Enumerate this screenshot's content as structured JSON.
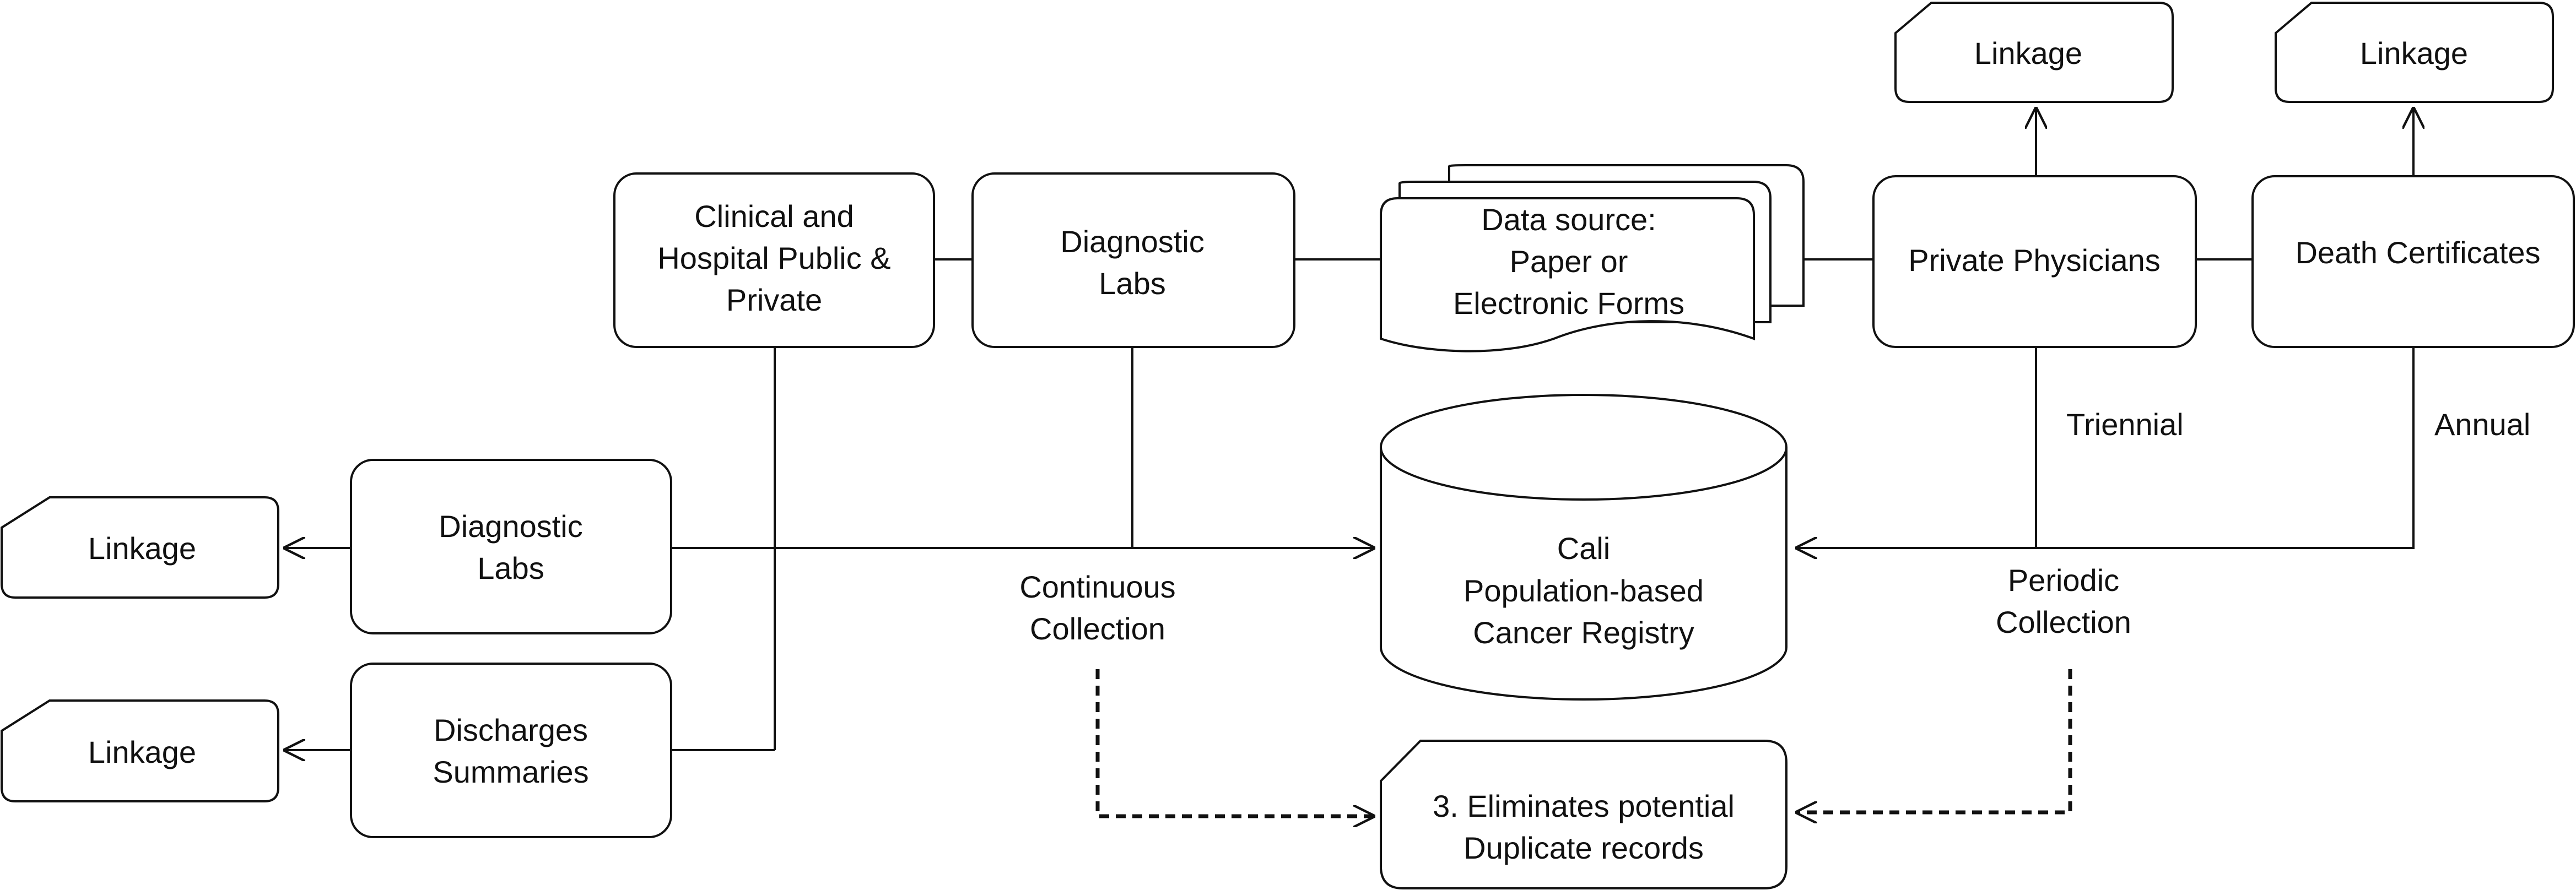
{
  "nodes": {
    "clinical_hospital": {
      "lines": [
        "Clinical and",
        "Hospital Public &",
        "Private"
      ]
    },
    "diagnostic_labs_top": {
      "lines": [
        "Diagnostic",
        "Labs"
      ]
    },
    "data_source": {
      "lines": [
        "Data source:",
        "Paper or",
        "Electronic Forms"
      ]
    },
    "private_physicians": {
      "lines": [
        "Private Physicians"
      ]
    },
    "death_certificates": {
      "lines": [
        "Death Certificates"
      ]
    },
    "linkage_physicians": {
      "lines": [
        "Linkage"
      ]
    },
    "linkage_death": {
      "lines": [
        "Linkage"
      ]
    },
    "diagnostic_labs_left": {
      "lines": [
        "Diagnostic",
        "Labs"
      ]
    },
    "discharges": {
      "lines": [
        "Discharges",
        "Summaries"
      ]
    },
    "linkage_labs": {
      "lines": [
        "Linkage"
      ]
    },
    "linkage_discharges": {
      "lines": [
        "Linkage"
      ]
    },
    "registry": {
      "lines": [
        "Cali",
        "Population-based",
        "Cancer Registry"
      ]
    },
    "duplicates": {
      "lines": [
        "3. Eliminates potential",
        "Duplicate records"
      ]
    }
  },
  "labels": {
    "continuous": [
      "Continuous",
      "Collection"
    ],
    "periodic": [
      "Periodic",
      "Collection"
    ],
    "triennial": "Triennial",
    "annual": "Annual"
  }
}
